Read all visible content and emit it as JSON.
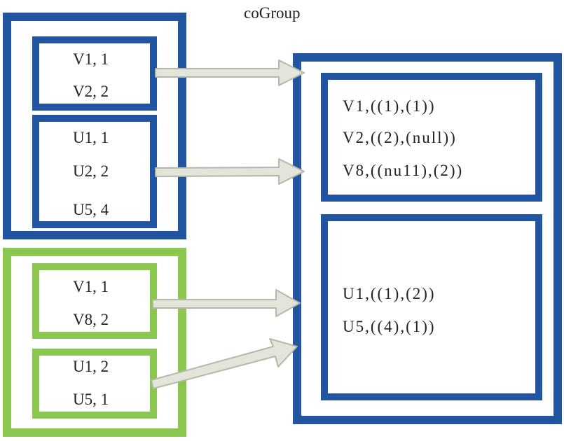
{
  "title": "coGroup",
  "source_a": {
    "group1": [
      "V1, 1",
      "V2, 2"
    ],
    "group2": [
      "U1, 1",
      "U2, 2",
      "U5, 4"
    ]
  },
  "source_b": {
    "group1": [
      "V1, 1",
      "V8, 2"
    ],
    "group2": [
      "U1, 2",
      "U5, 1"
    ]
  },
  "result": {
    "group1": [
      "V1,((1),(1))",
      "V2,((2),(null))",
      "V8,((nu11),(2))"
    ],
    "group2": [
      "U1,((1),(2))",
      "U5,((4),(1))"
    ]
  },
  "colors": {
    "blue": "#2155a0",
    "green": "#8ac650",
    "arrow": "#e3e5da"
  }
}
